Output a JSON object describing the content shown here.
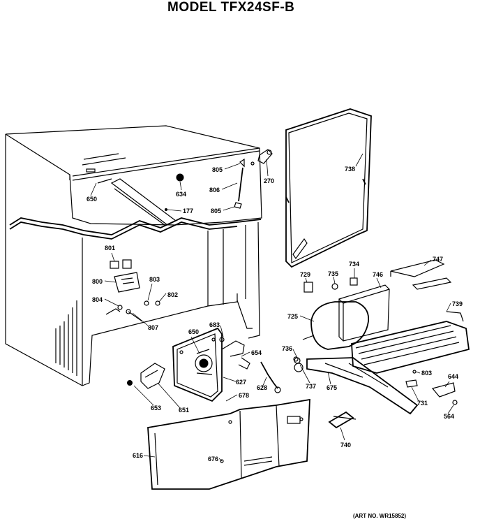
{
  "title": "MODEL TFX24SF-B",
  "art_number": "(ART NO. WR15852)",
  "parts": {
    "p805a": "805",
    "p806": "806",
    "p805b": "805",
    "p270": "270",
    "p634": "634",
    "p177": "177",
    "p650": "650",
    "p738": "738",
    "p801": "801",
    "p800": "800",
    "p803a": "803",
    "p802": "802",
    "p804": "804",
    "p807": "807",
    "p729": "729",
    "p735": "735",
    "p734": "734",
    "p746": "746",
    "p747": "747",
    "p725": "725",
    "p736": "736",
    "p683": "683",
    "p650b": "650",
    "p654": "654",
    "p627": "627",
    "p628": "628",
    "p678": "678",
    "p653": "653",
    "p651": "651",
    "p616": "616",
    "p676": "676",
    "p740": "740",
    "p737": "737",
    "p675": "675",
    "p803b": "803",
    "p731": "731",
    "p644": "644",
    "p564": "564",
    "p739": "739"
  }
}
